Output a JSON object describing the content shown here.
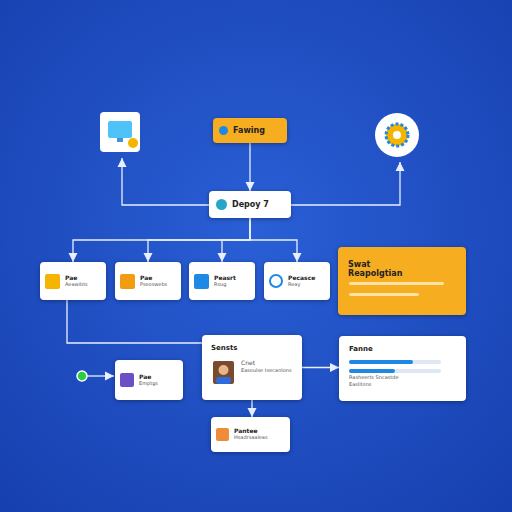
{
  "diagram": {
    "nodes": [
      {
        "text": [
          "Fawing"
        ]
      },
      {
        "text": [
          "Depoy 7"
        ]
      },
      {
        "text": [
          "Pae",
          "Aeawibts"
        ]
      },
      {
        "text": [
          "Pae",
          "Pseoswebs"
        ]
      },
      {
        "text": [
          "Peasrt",
          "Rsug"
        ]
      },
      {
        "text": [
          "Pecasce",
          "Reay"
        ]
      },
      {
        "text": [
          "Swat Reapolgtian"
        ]
      },
      {
        "text": [
          "Pae",
          "Emptgs"
        ]
      },
      {
        "text": [
          "Sensts",
          "Cnet",
          "Easoulse tsecanlons"
        ]
      },
      {
        "text": [
          "Fanne",
          "Rasheerts Sncastde",
          "Easlitons"
        ]
      },
      {
        "text": [
          "Pantee",
          "Hsadrsaaleas"
        ]
      }
    ],
    "edges": [
      {
        "from": 0,
        "to": 1,
        "arrow": "to"
      },
      {
        "from": 1,
        "to": 2,
        "arrow": "to"
      },
      {
        "from": 1,
        "to": 3,
        "arrow": "to"
      },
      {
        "from": 1,
        "to": 4,
        "arrow": "to"
      },
      {
        "from": 1,
        "to": 5,
        "arrow": "to"
      },
      {
        "from": 2,
        "to": 8,
        "arrow": "none"
      },
      {
        "from": 8,
        "to": 9,
        "arrow": "to"
      },
      {
        "from": 8,
        "to": 10,
        "arrow": "to"
      }
    ]
  }
}
